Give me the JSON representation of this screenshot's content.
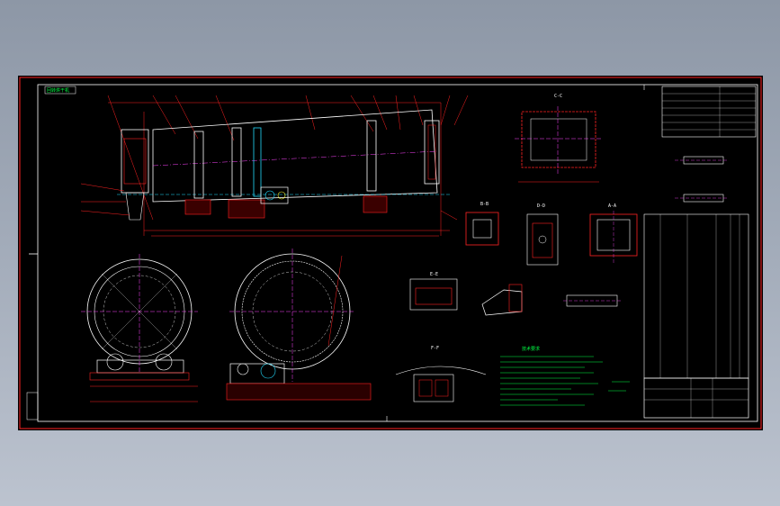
{
  "drawing": {
    "stamp": "回转烘干机",
    "view_labels": {
      "section_cc": "C-C",
      "section_bb": "B-B",
      "section_dd": "D-D",
      "section_aa": "A-A",
      "section_ee": "E-E",
      "section_ff": "F-F"
    },
    "notes_title": "技术要求"
  },
  "colors": {
    "frame": "#ffffff",
    "border": "#ff2222",
    "centerline": "#ff44ff",
    "text": "#00ff44",
    "structure": "#ffffff",
    "hatch": "#ff3333",
    "cyan": "#22ddff",
    "yellow": "#ffff33"
  }
}
